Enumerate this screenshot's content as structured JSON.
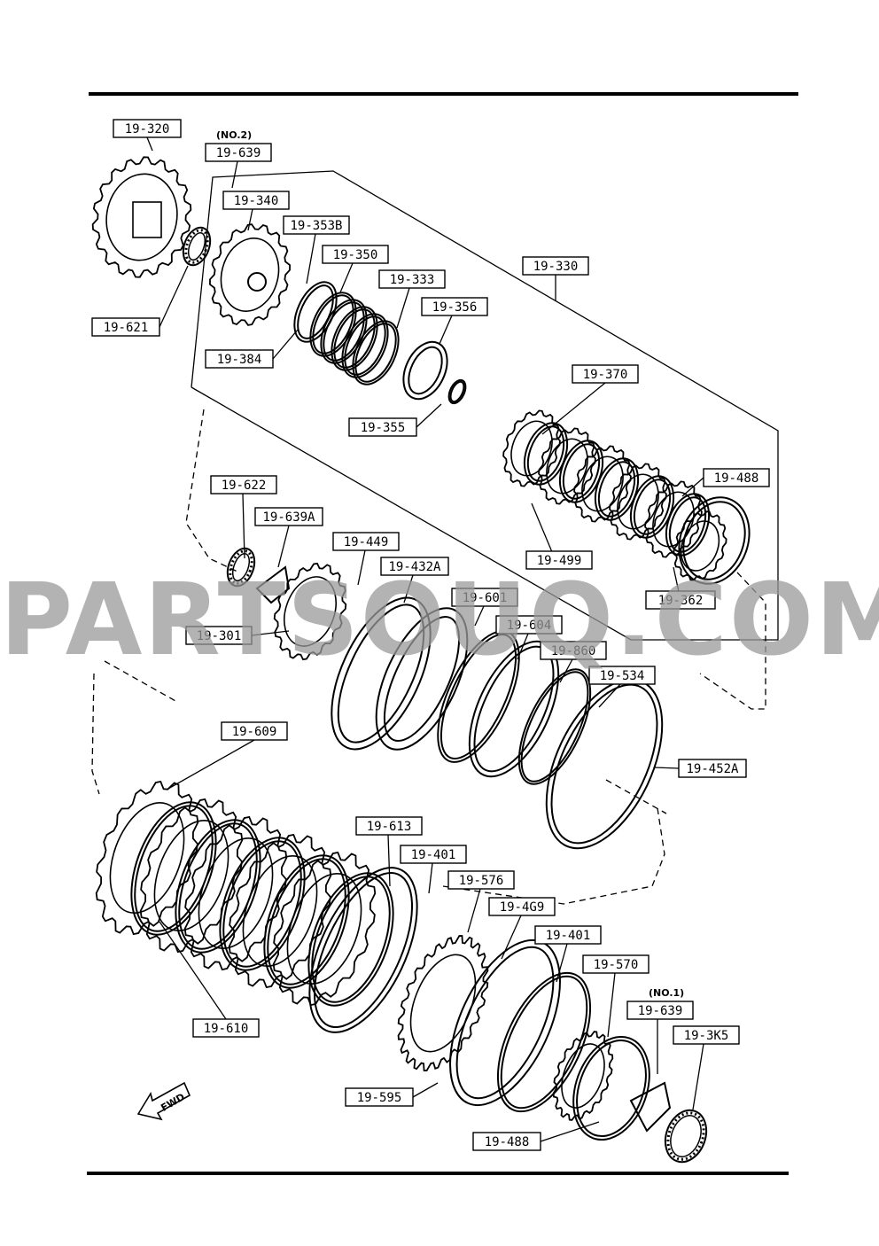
{
  "diagram": {
    "watermark": "PARTSOUQ.COM",
    "direction_arrow": "FWD",
    "notes": [
      {
        "id": "note-no2",
        "text": "(NO.2)"
      },
      {
        "id": "note-no1",
        "text": "(NO.1)"
      }
    ],
    "parts": [
      {
        "id": "p19-320",
        "label": "19-320"
      },
      {
        "id": "p19-639-top",
        "label": "19-639"
      },
      {
        "id": "p19-340",
        "label": "19-340"
      },
      {
        "id": "p19-353b",
        "label": "19-353B"
      },
      {
        "id": "p19-350",
        "label": "19-350"
      },
      {
        "id": "p19-330",
        "label": "19-330"
      },
      {
        "id": "p19-333",
        "label": "19-333"
      },
      {
        "id": "p19-356",
        "label": "19-356"
      },
      {
        "id": "p19-621",
        "label": "19-621"
      },
      {
        "id": "p19-384",
        "label": "19-384"
      },
      {
        "id": "p19-355",
        "label": "19-355"
      },
      {
        "id": "p19-370",
        "label": "19-370"
      },
      {
        "id": "p19-488-top",
        "label": "19-488"
      },
      {
        "id": "p19-622",
        "label": "19-622"
      },
      {
        "id": "p19-639a",
        "label": "19-639A"
      },
      {
        "id": "p19-449",
        "label": "19-449"
      },
      {
        "id": "p19-432a",
        "label": "19-432A"
      },
      {
        "id": "p19-499",
        "label": "19-499"
      },
      {
        "id": "p19-362",
        "label": "19-362"
      },
      {
        "id": "p19-601",
        "label": "19-601"
      },
      {
        "id": "p19-301",
        "label": "19-301"
      },
      {
        "id": "p19-604",
        "label": "19-604"
      },
      {
        "id": "p19-860",
        "label": "19-860"
      },
      {
        "id": "p19-534",
        "label": "19-534"
      },
      {
        "id": "p19-609",
        "label": "19-609"
      },
      {
        "id": "p19-452a",
        "label": "19-452A"
      },
      {
        "id": "p19-613",
        "label": "19-613"
      },
      {
        "id": "p19-401-a",
        "label": "19-401"
      },
      {
        "id": "p19-576",
        "label": "19-576"
      },
      {
        "id": "p19-4g9",
        "label": "19-4G9"
      },
      {
        "id": "p19-401-b",
        "label": "19-401"
      },
      {
        "id": "p19-570",
        "label": "19-570"
      },
      {
        "id": "p19-610",
        "label": "19-610"
      },
      {
        "id": "p19-639-bot",
        "label": "19-639"
      },
      {
        "id": "p19-3k5",
        "label": "19-3K5"
      },
      {
        "id": "p19-595",
        "label": "19-595"
      },
      {
        "id": "p19-488-bot",
        "label": "19-488"
      }
    ]
  }
}
